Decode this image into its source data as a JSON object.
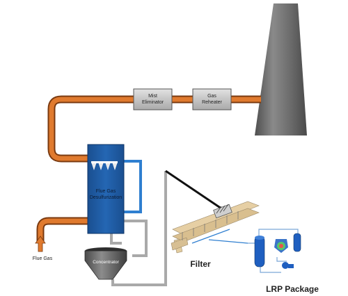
{
  "labels": {
    "mist_eliminator_line1": "Mist",
    "mist_eliminator_line2": "Eliminator",
    "gas_reheater_line1": "Gas",
    "gas_reheater_line2": "Reheater",
    "fgd_line1": "Flue Gas",
    "fgd_line2": "Desulfurization",
    "flue_gas": "Flue Gas",
    "concentrator": "Concentrator",
    "filter": "Filter",
    "lrp_package": "LRP Package"
  },
  "colors": {
    "flue_pipe": "#e07a2e",
    "flue_pipe_edge": "#7a3a10",
    "fgd_body": "#1f5ea8",
    "blue_pipe": "#2f7fd0",
    "grey_pipe": "#a9a9a9",
    "stack": "#6d6d6d",
    "box_fill": "#c9c9c9",
    "equipment_blue": "#1f5fc0"
  }
}
